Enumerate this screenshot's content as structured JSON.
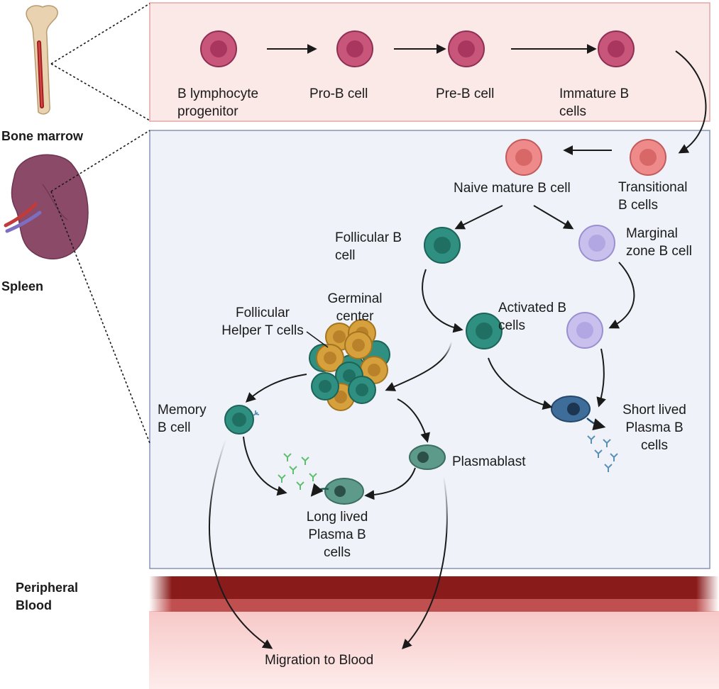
{
  "regions": {
    "bone_marrow": "Bone marrow",
    "spleen": "Spleen",
    "peripheral_blood": "Peripheral\nBlood"
  },
  "bone_marrow_stages": {
    "b_lymphocyte_progenitor": "B lymphocyte\nprogenitor",
    "pro_b_cell": "Pro-B cell",
    "pre_b_cell": "Pre-B cell",
    "immature_b_cells": "Immature B\ncells"
  },
  "spleen_stages": {
    "transitional_b_cells": "Transitional\nB cells",
    "naive_mature_b_cell": "Naive mature B cell",
    "follicular_b_cell": "Follicular B\ncell",
    "marginal_zone_b_cell": "Marginal\nzone B cell",
    "germinal_center": "Germinal\ncenter",
    "follicular_helper_t_cells": "Follicular\nHelper T cells",
    "activated_b_cells": "Activated B\ncells",
    "memory_b_cell": "Memory\nB cell",
    "plasmablast": "Plasmablast",
    "short_lived_plasma_b_cells": "Short lived\nPlasma B\ncells",
    "long_lived_plasma_b_cells": "Long lived\nPlasma B\ncells"
  },
  "outcome": {
    "migration_to_blood": "Migration to Blood"
  },
  "colors": {
    "bone_marrow_panel": "#fbe9e8",
    "bone_marrow_border": "#e3a7a5",
    "spleen_panel": "#eff3f9",
    "spleen_border": "#8593b5",
    "precursor_cell": "#c8557a",
    "transitional_cell": "#ef8a8a",
    "follicular_cell": "#2f8f80",
    "marginal_cell": "#c9c0ee",
    "t_helper_cell": "#d6a13c",
    "plasma_cell_dark": "#3e6d9a",
    "plasma_cell_green": "#5d9a8a",
    "blood_dark": "#8a1b1b",
    "blood_light": "#fbdedd"
  }
}
